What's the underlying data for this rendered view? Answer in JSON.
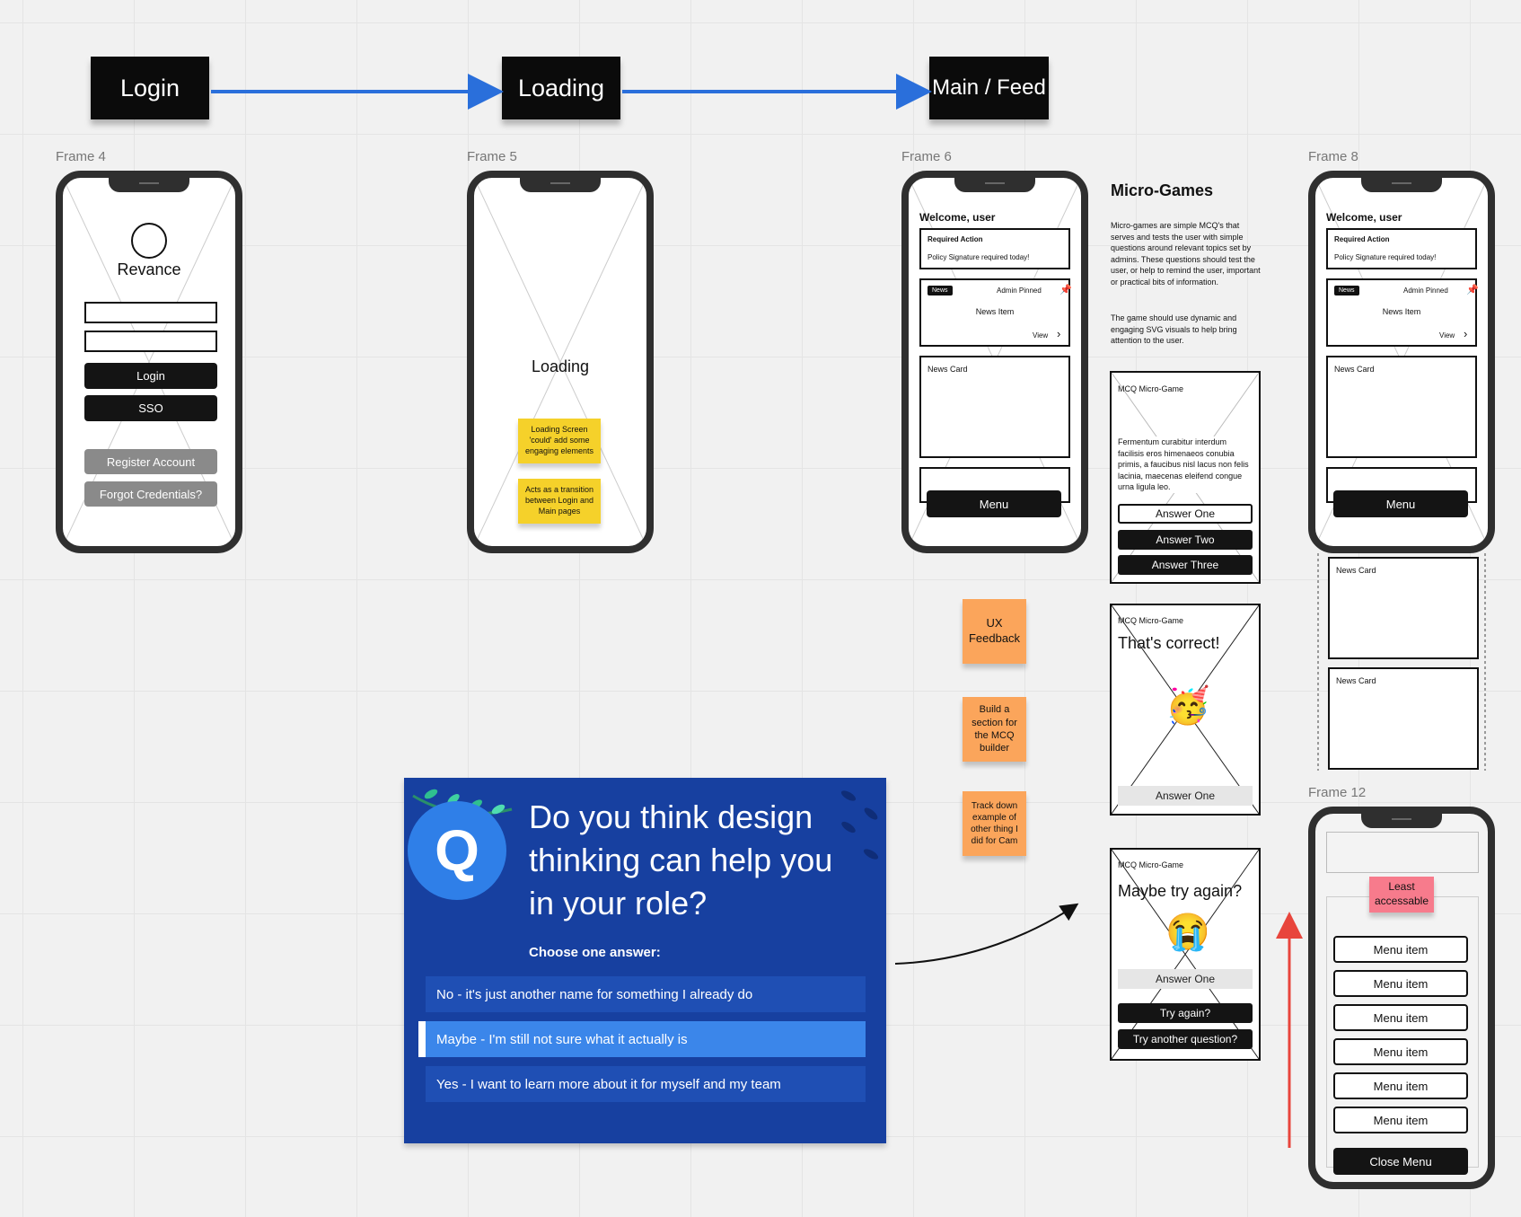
{
  "flow": {
    "login": "Login",
    "loading": "Loading",
    "main_feed": "Main / Feed"
  },
  "frames": {
    "f4": "Frame 4",
    "f5": "Frame 5",
    "f6": "Frame 6",
    "f8": "Frame 8",
    "f12": "Frame 12"
  },
  "login_screen": {
    "app_name": "Revance",
    "login": "Login",
    "sso": "SSO",
    "register": "Register Account",
    "forgot": "Forgot Credentials?"
  },
  "loading_screen": {
    "text": "Loading",
    "sticky1": "Loading Screen 'could' add some engaging elements",
    "sticky2": "Acts as a transition between Login and Main pages"
  },
  "feed": {
    "welcome": "Welcome, user",
    "required_action": "Required Action",
    "policy": "Policy Signature required today!",
    "news_tag": "News",
    "admin_pinned": "Admin Pinned",
    "news_item": "News Item",
    "view": "View",
    "news_card": "News Card",
    "menu": "Menu"
  },
  "micro_games": {
    "title": "Micro-Games",
    "desc1": "Micro-games are simple MCQ's that serves and tests the user with simple questions around relevant topics set by admins. These questions should test the user, or help to remind the user, important or practical bits of information.",
    "desc2": "The game should use dynamic and engaging SVG visuals to help bring attention to the user.",
    "card_title": "MCQ Micro-Game",
    "lorem": "Fermentum curabitur interdum facilisis eros himenaeos conubia primis, a faucibus nisl lacus non felis lacinia, maecenas eleifend congue urna ligula leo.",
    "answer_one": "Answer One",
    "answer_two": "Answer Two",
    "answer_three": "Answer Three",
    "correct": "That's correct!",
    "maybe": "Maybe try again?",
    "try_again": "Try again?",
    "try_another": "Try another question?"
  },
  "stickies": {
    "ux": "UX Feedback",
    "build": "Build a section for the MCQ builder",
    "track": "Track down example of other thing I did for Cam"
  },
  "quiz": {
    "badge": "Q",
    "question": "Do you think design thinking can help you in your role?",
    "prompt": "Choose one answer:",
    "opt1": "No - it's just another name for something I already do",
    "opt2": "Maybe - I'm still not sure what it actually is",
    "opt3": "Yes - I want to learn more about it for myself and my team"
  },
  "menu_screen": {
    "least": "Least accessable",
    "items": [
      "Menu item",
      "Menu item",
      "Menu item",
      "Menu item",
      "Menu item",
      "Menu item"
    ],
    "close": "Close Menu"
  },
  "colors": {
    "arrow_blue": "#2a6fdb",
    "arrow_red": "#e8453c",
    "sticky_yellow": "#f5d12a",
    "sticky_orange": "#fba55b",
    "sticky_pink": "#f77b8c",
    "quiz_bg": "#1740a0"
  }
}
